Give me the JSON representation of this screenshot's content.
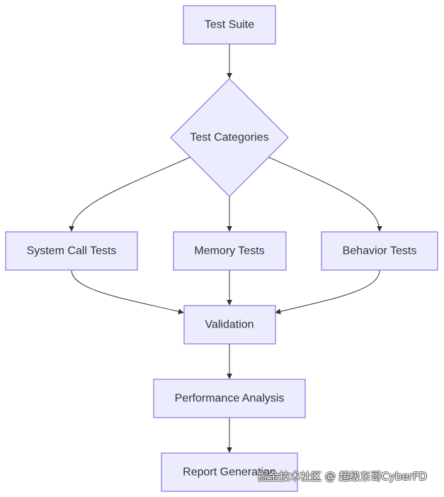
{
  "diagram": {
    "type": "flowchart",
    "nodes": {
      "test_suite": "Test Suite",
      "test_categories": "Test Categories",
      "system_call_tests": "System Call Tests",
      "memory_tests": "Memory Tests",
      "behavior_tests": "Behavior Tests",
      "validation": "Validation",
      "performance_analysis": "Performance Analysis",
      "report_generation": "Report Generation"
    },
    "edges": [
      [
        "test_suite",
        "test_categories"
      ],
      [
        "test_categories",
        "system_call_tests"
      ],
      [
        "test_categories",
        "memory_tests"
      ],
      [
        "test_categories",
        "behavior_tests"
      ],
      [
        "system_call_tests",
        "validation"
      ],
      [
        "memory_tests",
        "validation"
      ],
      [
        "behavior_tests",
        "validation"
      ],
      [
        "validation",
        "performance_analysis"
      ],
      [
        "performance_analysis",
        "report_generation"
      ]
    ],
    "colors": {
      "node_fill": "#ECECFF",
      "node_stroke": "#9370DB",
      "edge": "#333333",
      "text": "#333333"
    }
  },
  "watermark": "掘金技术社区 @ 超级东哥CyberFD"
}
